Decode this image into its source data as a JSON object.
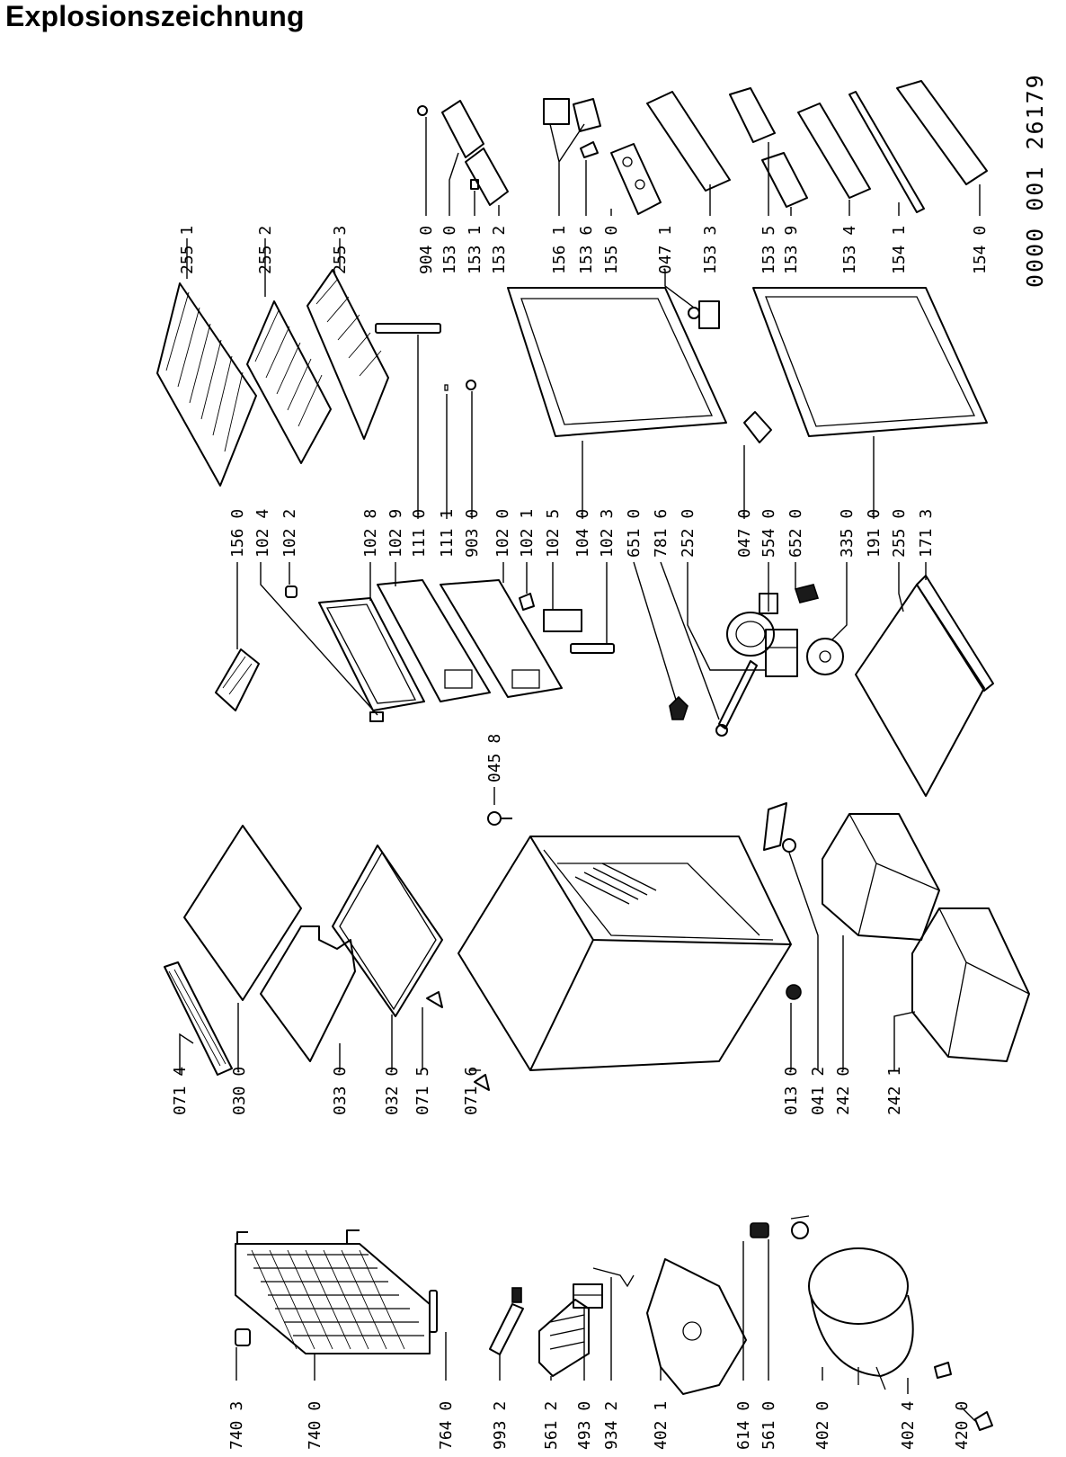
{
  "page": {
    "title": "Explosionszeichnung",
    "doc_number": "0000 001 26179"
  },
  "labels": {
    "l0714": "071 4",
    "l0300": "030 0",
    "l0330": "033 0",
    "l0320": "032 0",
    "l0715": "071 5",
    "l0716": "071 6",
    "l0130": "013 0",
    "l0412": "041 2",
    "l2420": "242 0",
    "l2421": "242 1",
    "l0458": "045 8",
    "l1560": "156 0",
    "l1024": "102 4",
    "l1022": "102 2",
    "l1028": "102 8",
    "l1029": "102 9",
    "l1110": "111 0",
    "l1111": "111 1",
    "l9030": "903 0",
    "l1020": "102 0",
    "l1021": "102 1",
    "l1025": "102 5",
    "l1040": "104 0",
    "l1023": "102 3",
    "l6510": "651 0",
    "l7816": "781 6",
    "l2520": "252 0",
    "l0470": "047 0",
    "l5540": "554 0",
    "l6520": "652 0",
    "l3350": "335 0",
    "l1910": "191 0",
    "l2550": "255 0",
    "l1713": "171 3",
    "l2551": "255 1",
    "l2552": "255 2",
    "l2553": "255 3",
    "l9040": "904 0",
    "l1530": "153 0",
    "l1531": "153 1",
    "l1532": "153 2",
    "l1561": "156 1",
    "l1536": "153 6",
    "l1550": "155 0",
    "l0471": "047 1",
    "l1533": "153 3",
    "l1535": "153 5",
    "l1539": "153 9",
    "l1534": "153 4",
    "l1541": "154 1",
    "l1540": "154 0",
    "l7403": "740 3",
    "l7400": "740 0",
    "l7640": "764 0",
    "l9932": "993 2",
    "l5612": "561 2",
    "l4930": "493 0",
    "l9342": "934 2",
    "l4021": "402 1",
    "l6140": "614 0",
    "l5610": "561 0",
    "l4020": "402 0",
    "l4024": "402 4",
    "l4200": "420 0"
  }
}
